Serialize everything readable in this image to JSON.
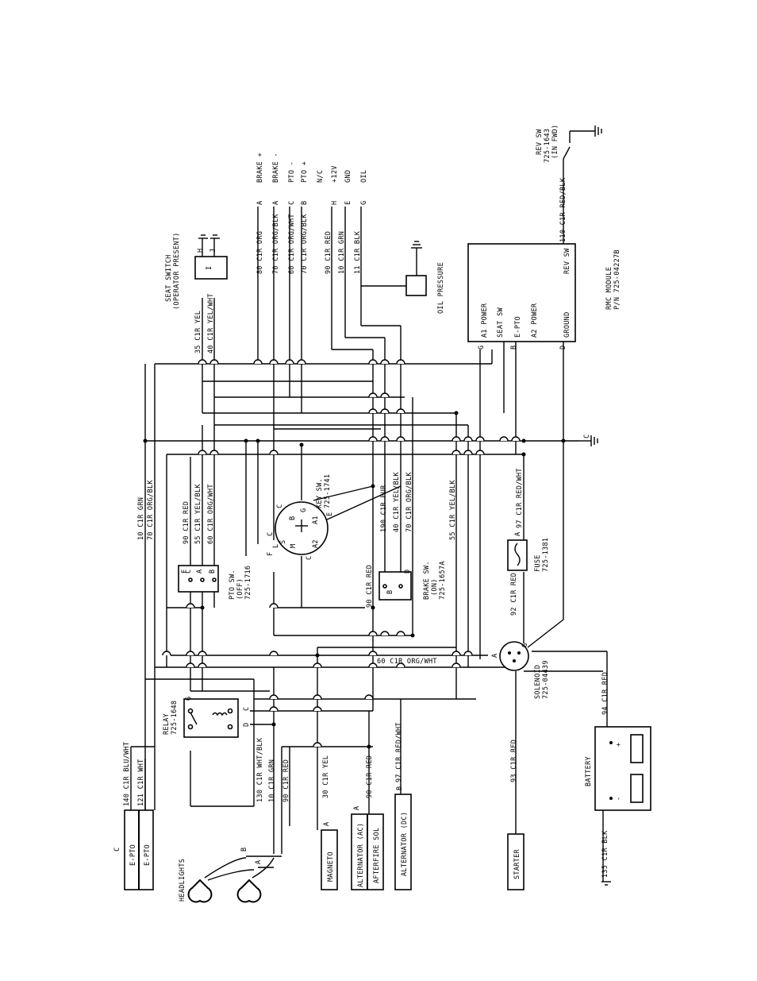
{
  "connectors": {
    "epto_letter": "C",
    "epto_top": "E-PTO",
    "epto_bottom": "E-PTO",
    "headlights": "HEADLIGHTS",
    "magneto": "MAGNETO",
    "alternator_ac": "ALTERNATOR (AC)",
    "afterfire": "AFTERFIRE SOL",
    "alternator_dc": "ALTERNATOR (DC)",
    "starter": "STARTER",
    "battery": "BATTERY",
    "plus": "+",
    "minus": "-"
  },
  "components": {
    "relay": [
      "RELAY",
      "725-1648"
    ],
    "pto_switch": [
      "PTO SW.",
      "(OFF)",
      "725-1716"
    ],
    "key_switch": [
      "KEY SW.",
      "725-1741"
    ],
    "brake_switch": [
      "BRAKE SW.",
      "(ON)",
      "725-1657A"
    ],
    "fuse": [
      "FUSE",
      "725-1381"
    ],
    "solenoid": [
      "SOLENOID",
      "725-04439"
    ],
    "seat_switch": [
      "SEAT SWITCH",
      "(OPERATOR PRESENT)"
    ],
    "oil_pressure": "OIL PRESSURE",
    "rmc_module": [
      "RMC MODULE",
      "P/N 725-04227B"
    ],
    "rev_switch": [
      "REV SW",
      "725-1643",
      "(IN FWD)"
    ]
  },
  "module_pins": [
    "A1 POWER",
    "SEAT SW",
    "E-PTO",
    "A2 POWER",
    "GROUND",
    "REV SW"
  ],
  "harness_pins": [
    "BRAKE +",
    "BRAKE -",
    "PTO -",
    "PTO +",
    "N/C",
    "+12V",
    "GND",
    "OIL"
  ],
  "wires": {
    "w140": "140 C1R BLU/WHT",
    "w121": "121 C1R WHT",
    "w130": "130 C1R WHT/BLK",
    "w10a": "10 C1R GRN",
    "w90a": "90 C1R RED",
    "w30": "30 C1R YEL",
    "w90b": "90 C1R RED",
    "w97a": "97 C1R RED/WHT",
    "w93": "93 C1R RED",
    "w135": "135 C1R BLK",
    "w94": "94 C1R RED",
    "w92": "92 C1R RED",
    "w97b": "97 C1R RED/WHT",
    "w60a": "60 C1R ORG/WHT",
    "w10b": "10 C1R GRN",
    "w70a": "70 C1R ORG/BLK",
    "w90c": "90 C1R RED",
    "w55a": "55 C1R YEL/BLK",
    "w60b": "60 C1R ORG/WHT",
    "w90d": "90 C1R RED",
    "w190": "190 C1R PUR",
    "w40a": "40 C1R YEL/BLK",
    "w70b": "70 C1R ORG/BLK",
    "w55b": "55 C1R YEL/BLK",
    "w35": "35 C1R YEL",
    "w40b": "40 C1R YEL/WHT",
    "w80": "80 C1R ORG",
    "w70c": "70 C1R ORG/BLK",
    "w60c": "60 C1R ORG/WHT",
    "w70d": "70 C1R ORG/BLK",
    "w90e": "90 C1R RED",
    "w10c": "10 C1R GRN",
    "w11": "11 C1R BLK",
    "w110": "110 C1R RED/BLK"
  },
  "pins": {
    "A": "A",
    "B": "B",
    "C": "C",
    "D": "D",
    "E": "E",
    "F": "F",
    "G": "G",
    "H": "H",
    "I": "I",
    "J": "J",
    "L": "L",
    "M": "M",
    "S": "S",
    "A1": "A1",
    "A2": "A2"
  }
}
